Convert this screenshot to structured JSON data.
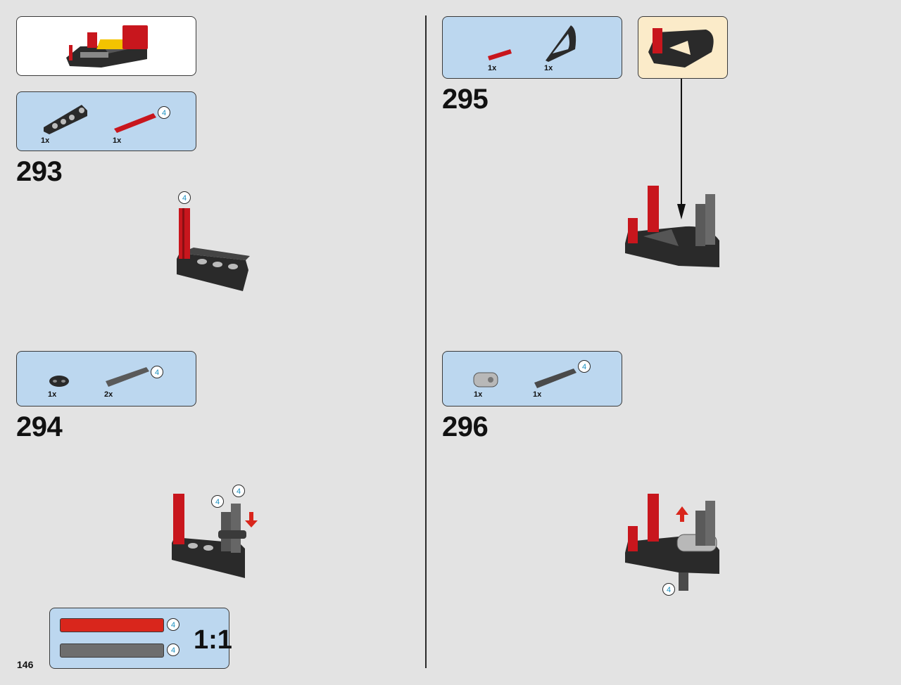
{
  "page": {
    "number": "146"
  },
  "steps": [
    {
      "number": "293",
      "parts": [
        {
          "qty": "1x",
          "icon": "technic-liftarm-l-icon"
        },
        {
          "qty": "1x",
          "icon": "red-axle-4-icon",
          "callout": "4"
        }
      ],
      "model_callout": "4"
    },
    {
      "number": "294",
      "parts": [
        {
          "qty": "1x",
          "icon": "axle-connector-icon"
        },
        {
          "qty": "2x",
          "icon": "gray-axle-4-icon",
          "callout": "4"
        }
      ],
      "model_callouts": [
        "4",
        "4"
      ]
    },
    {
      "number": "295",
      "parts": [
        {
          "qty": "1x",
          "icon": "red-axle-2-icon"
        },
        {
          "qty": "1x",
          "icon": "triangle-liftarm-icon"
        }
      ]
    },
    {
      "number": "296",
      "parts": [
        {
          "qty": "1x",
          "icon": "light-gray-connector-icon"
        },
        {
          "qty": "1x",
          "icon": "dark-gray-axle-4-icon",
          "callout": "4"
        }
      ],
      "model_callout": "4"
    }
  ],
  "scale_key": {
    "label": "1:1",
    "items": [
      {
        "callout": "4",
        "color": "#d9261c"
      },
      {
        "callout": "4",
        "color": "#6e6e6e"
      }
    ]
  },
  "colors": {
    "background": "#e3e3e3",
    "parts_box": "#bcd7ef",
    "sub_box": "#fbebc9",
    "red": "#c8161d",
    "dark": "#2a2a2a",
    "callout_text": "#1a8fc0"
  }
}
